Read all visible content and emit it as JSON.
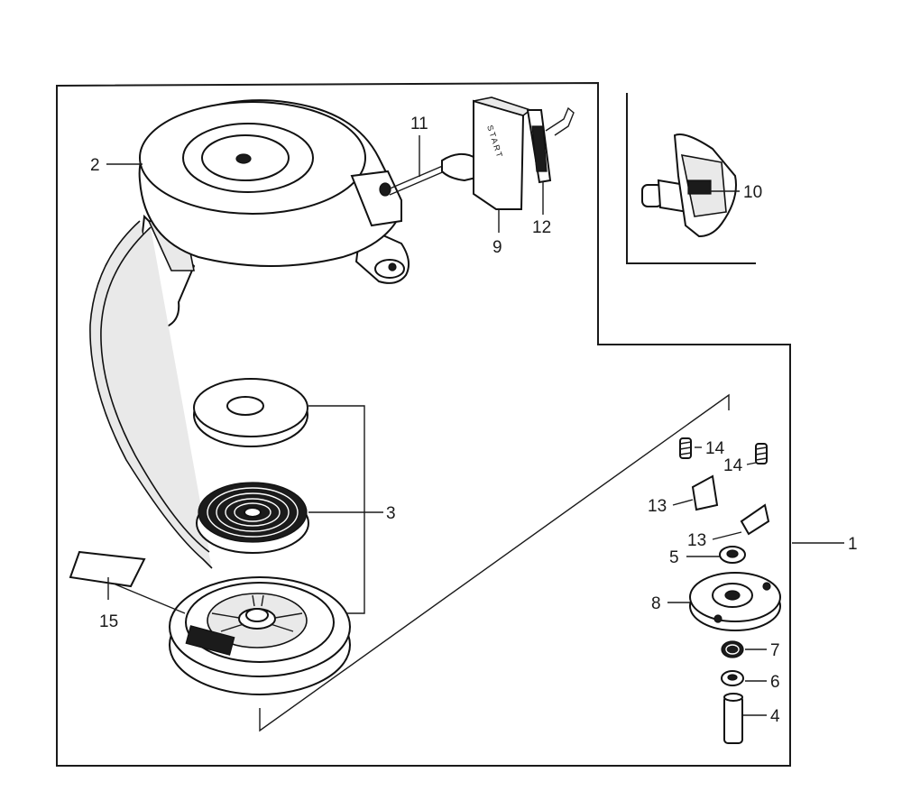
{
  "diagram": {
    "labels": {
      "l1": "1",
      "l2": "2",
      "l3": "3",
      "l4": "4",
      "l5": "5",
      "l6": "6",
      "l7": "7",
      "l8": "8",
      "l9": "9",
      "l10": "10",
      "l11": "11",
      "l12": "12",
      "l13a": "13",
      "l13b": "13",
      "l14a": "14",
      "l14b": "14",
      "l15": "15"
    },
    "handle_text": "START"
  }
}
